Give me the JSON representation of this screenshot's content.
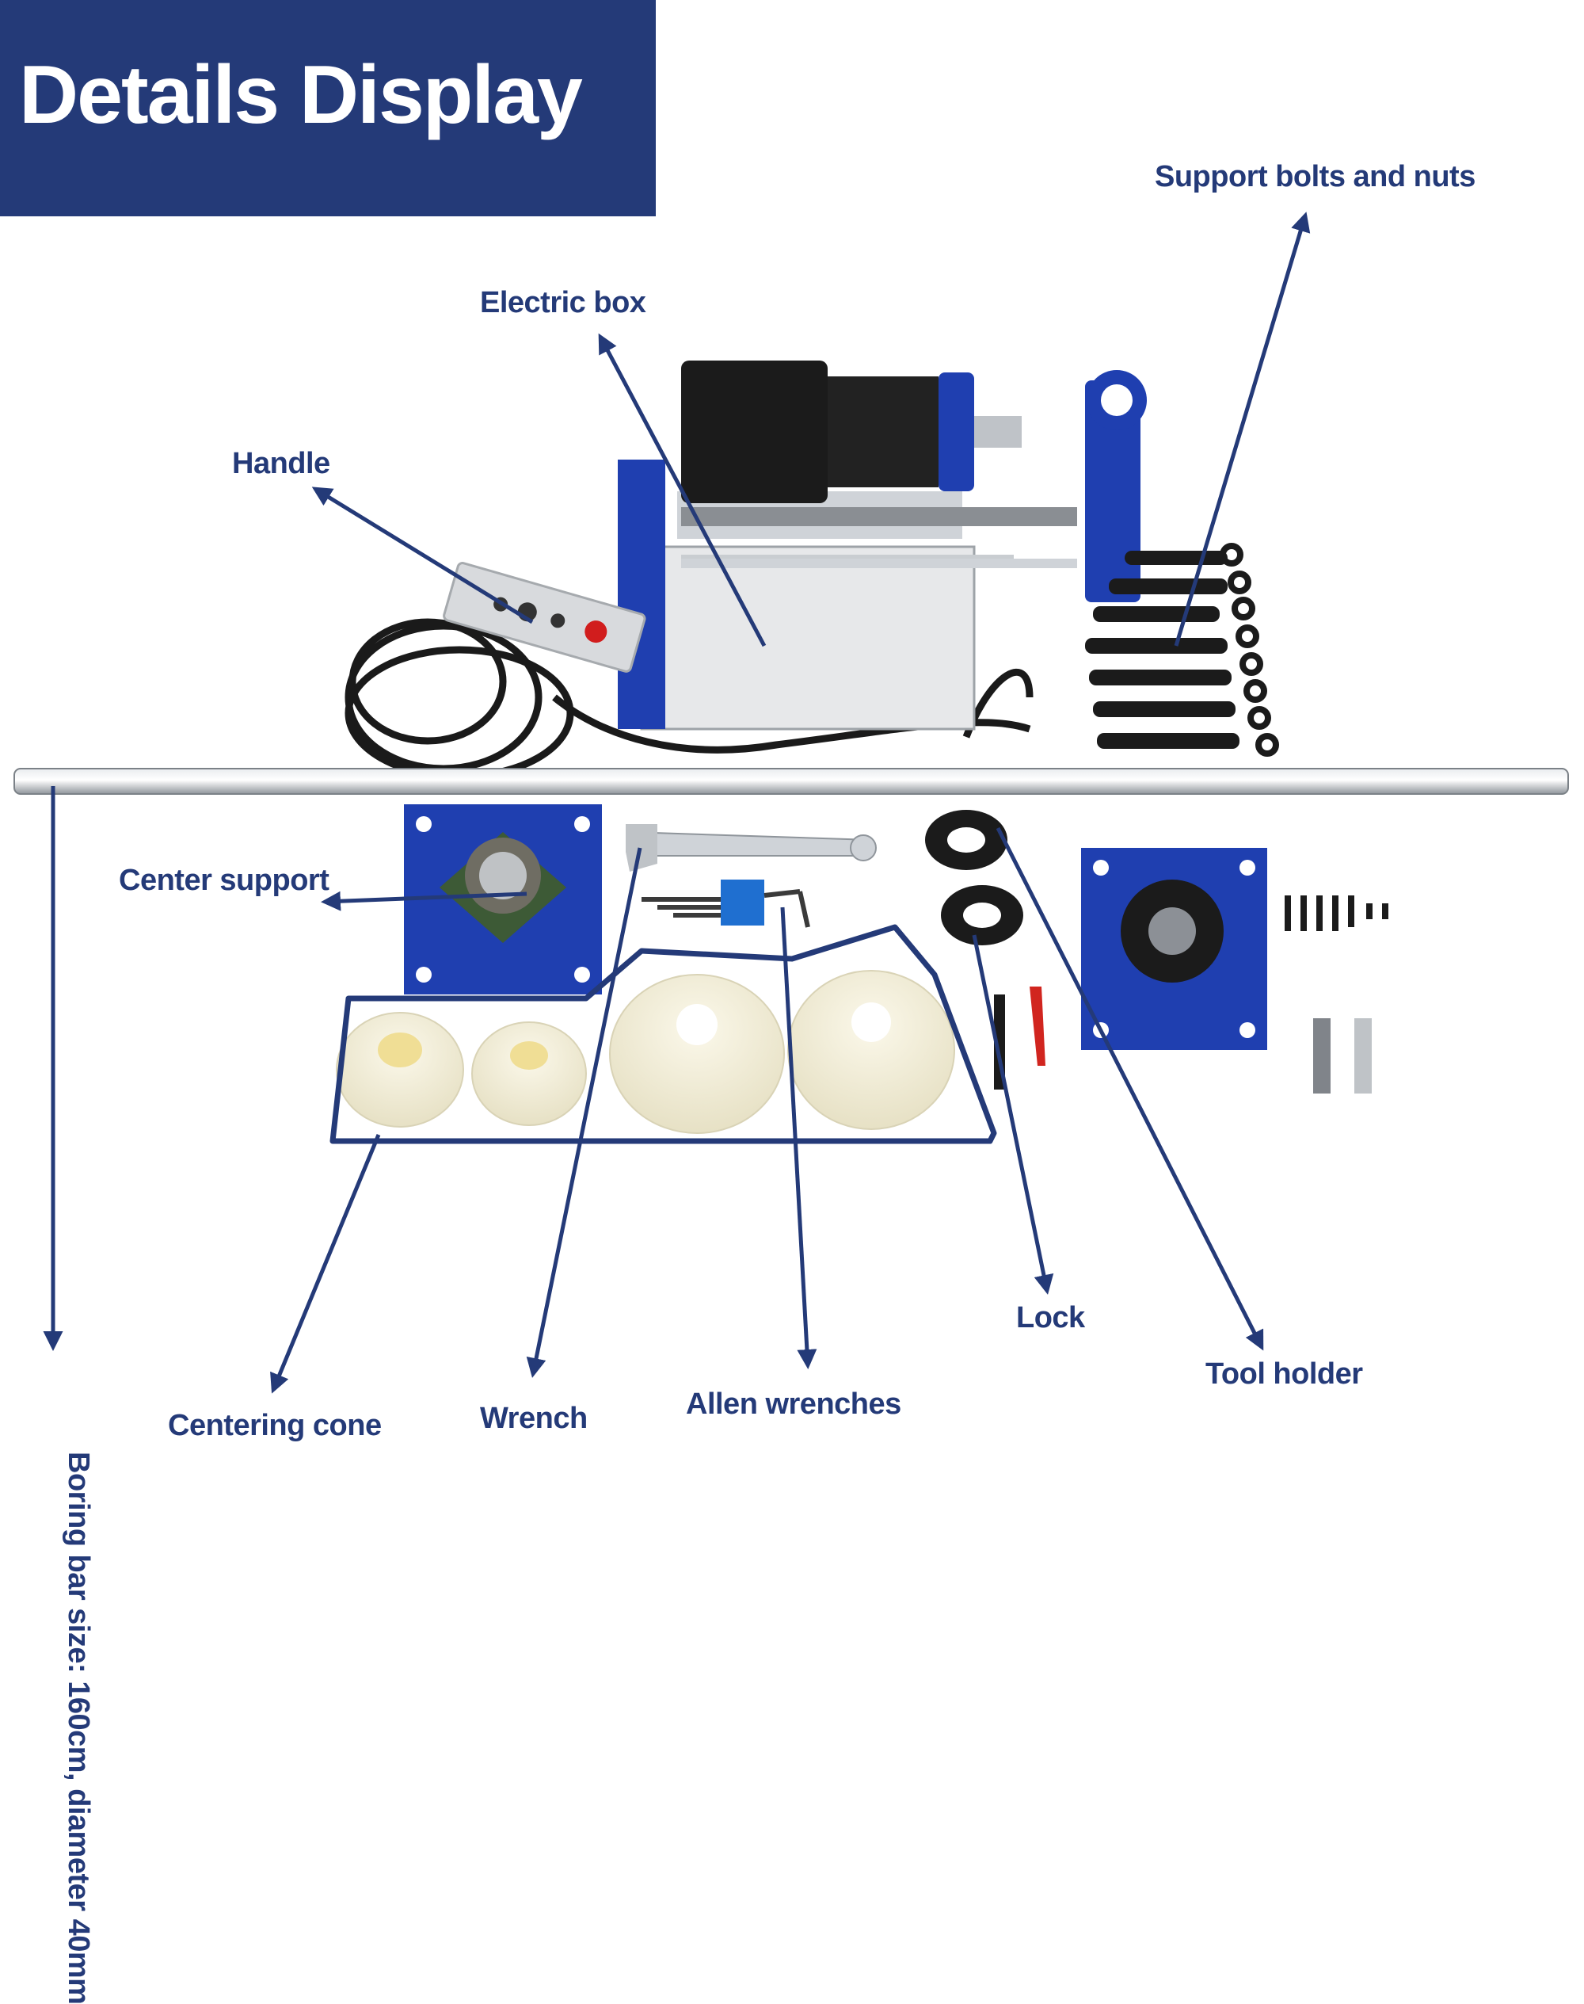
{
  "banner": {
    "title": "Details Display"
  },
  "labels": {
    "support_bolts_nuts": "Support bolts and nuts",
    "electric_box": "Electric box",
    "handle": "Handle",
    "center_support": "Center support",
    "boring_bar_size": "Boring bar size: 160cm, diameter 40mm",
    "centering_cone": "Centering cone",
    "wrench": "Wrench",
    "allen_wrenches": "Allen wrenches",
    "lock": "Lock",
    "tool_holder": "Tool holder"
  },
  "colors": {
    "accent": "#243a78",
    "machine_blue": "#1f3fb0",
    "cone_cream": "#f3efd9",
    "metal_grey": "#cfd3d8",
    "black_part": "#1b1b1b"
  }
}
